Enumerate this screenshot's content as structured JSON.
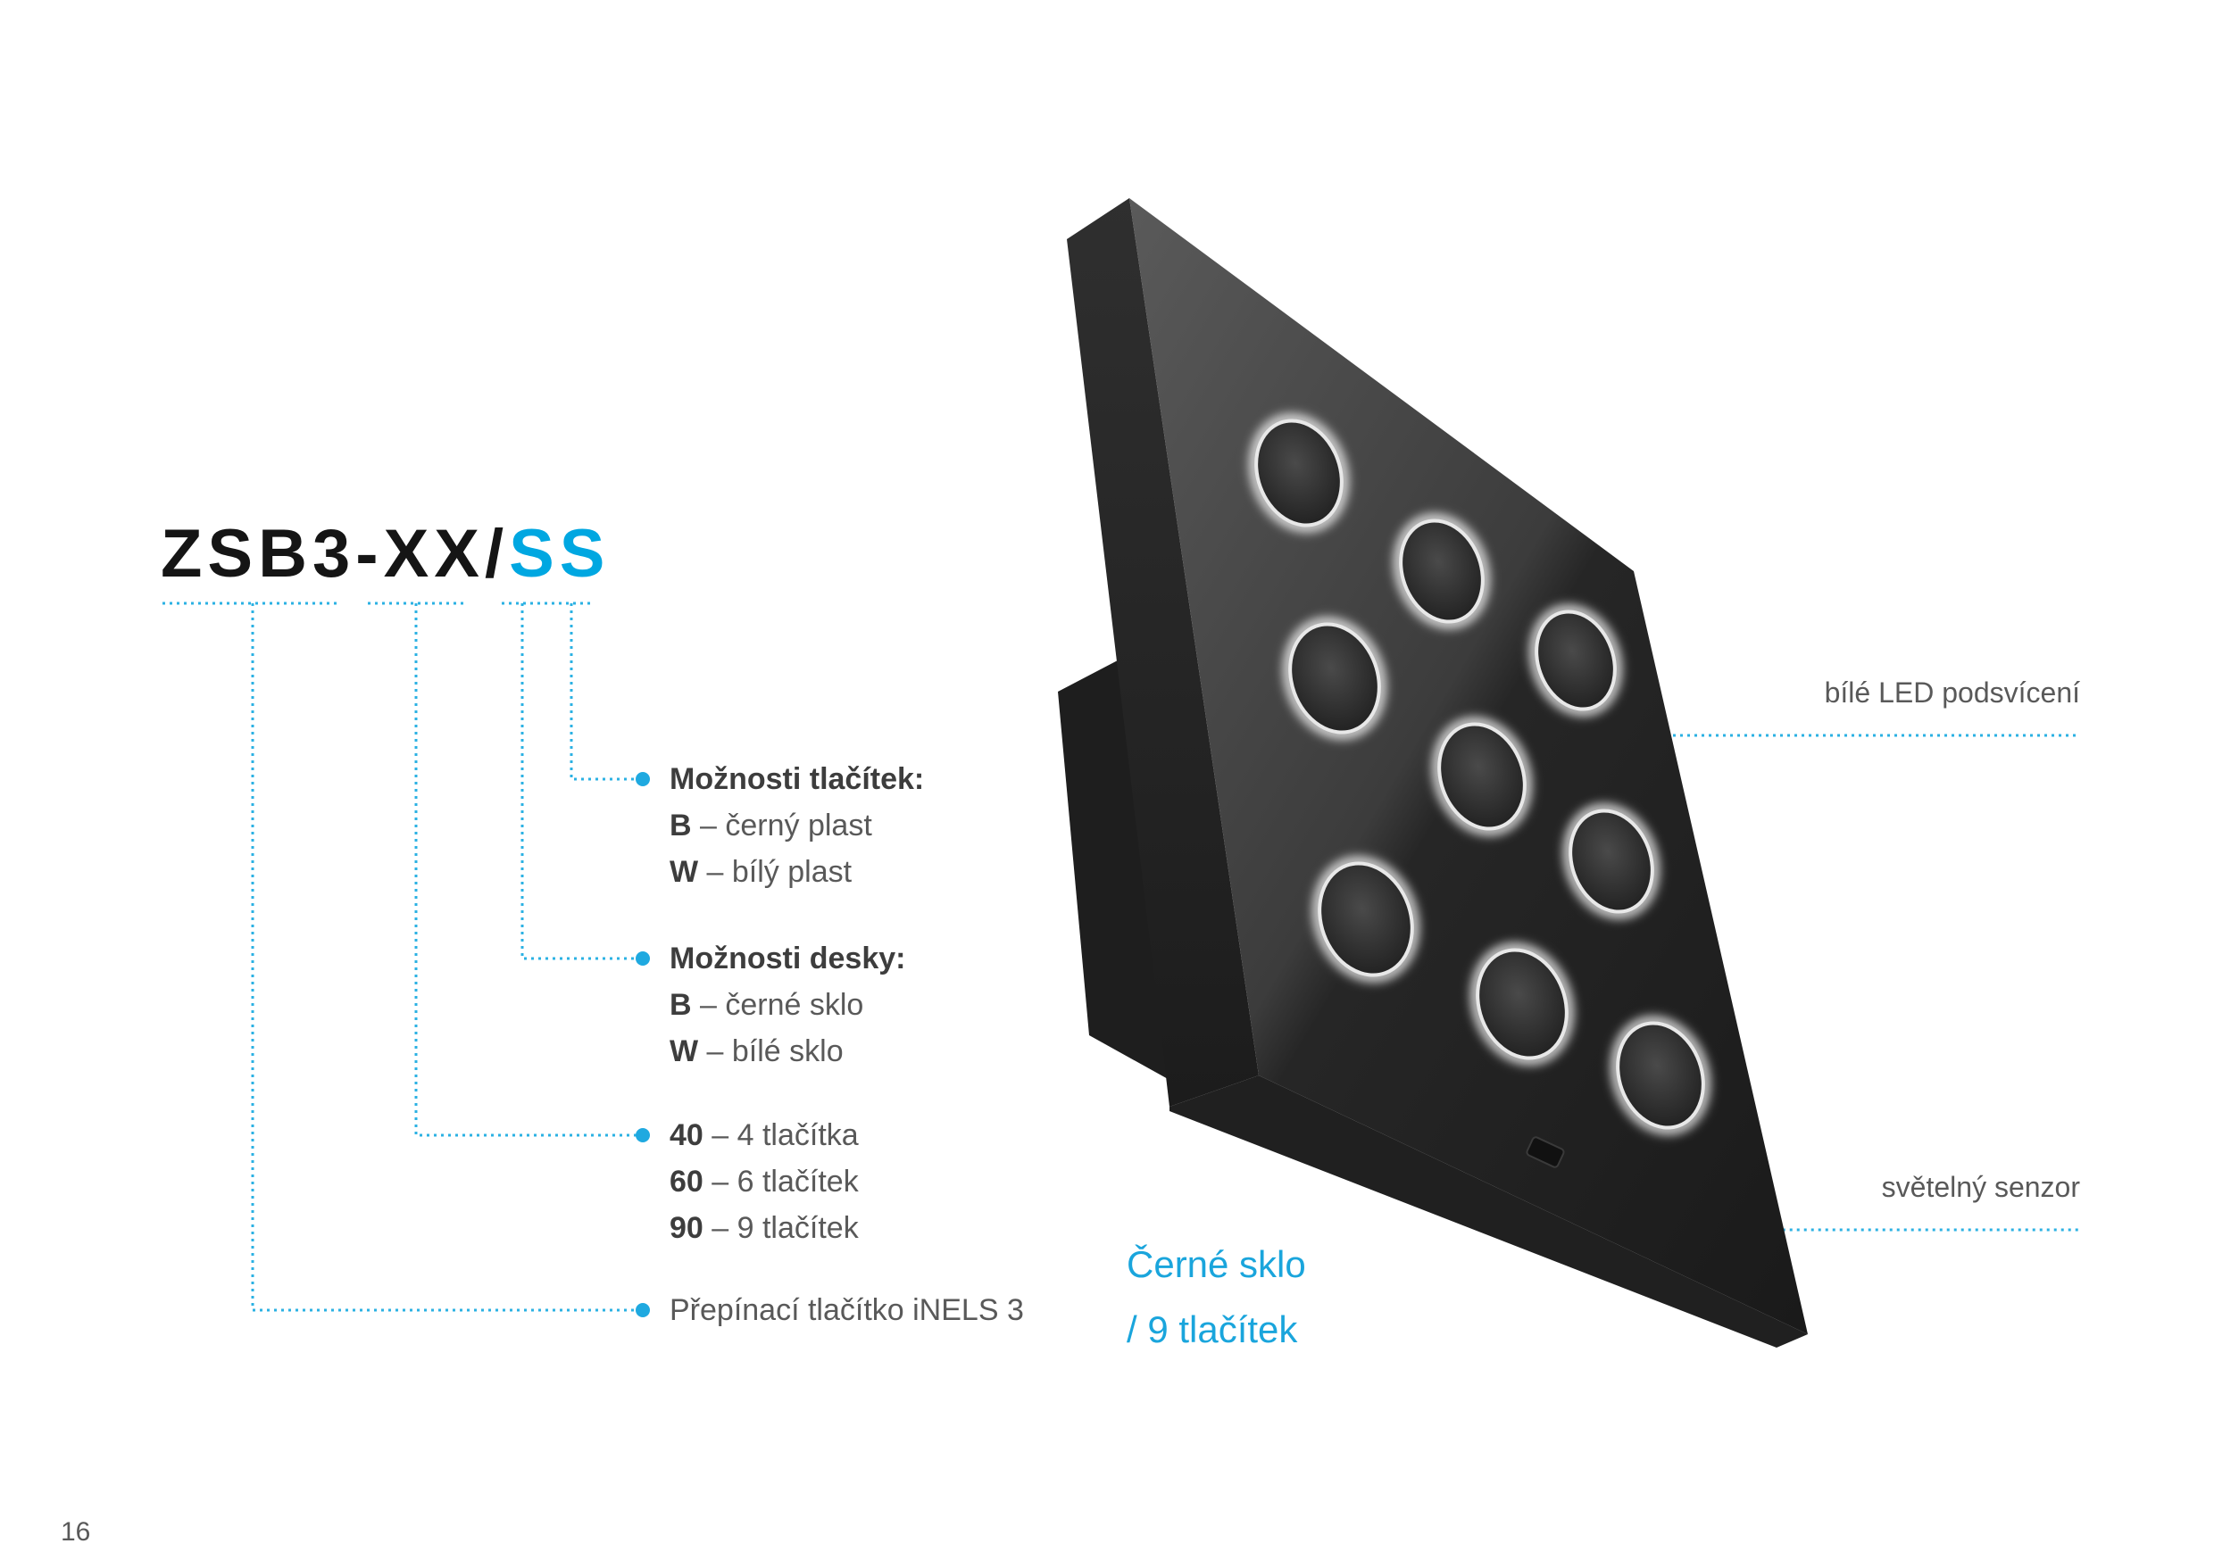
{
  "accent_color": "#00a7e1",
  "title": {
    "code_prefix": "ZSB3-XX/",
    "code_suffix": "SS"
  },
  "legend": {
    "button_options": {
      "heading": "Možnosti tlačítek:",
      "items": [
        {
          "code": "B",
          "text": " – černý plast"
        },
        {
          "code": "W",
          "text": " – bílý plast"
        }
      ]
    },
    "plate_options": {
      "heading": "Možnosti desky:",
      "items": [
        {
          "code": "B",
          "text": " – černé sklo"
        },
        {
          "code": "W",
          "text": " – bílé sklo"
        }
      ]
    },
    "button_count": {
      "items": [
        {
          "code": "40",
          "text": " – 4 tlačítka"
        },
        {
          "code": "60",
          "text": " – 6 tlačítek"
        },
        {
          "code": "90",
          "text": " – 9 tlačítek"
        }
      ]
    },
    "product_type": "Přepínací tlačítko iNELS 3"
  },
  "callouts": {
    "led": "bílé LED podsvícení",
    "sensor": "světelný senzor"
  },
  "caption": {
    "line1": "Černé sklo",
    "line2": "/ 9 tlačítek"
  },
  "page_number": "16"
}
